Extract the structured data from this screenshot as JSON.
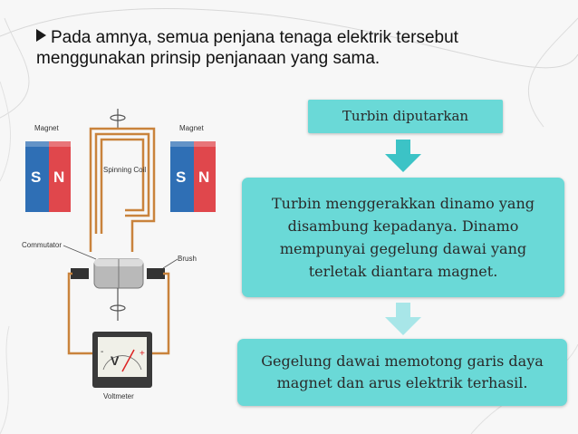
{
  "bullet": {
    "text": "Pada amnya, semua penjana tenaga elektrik tersebut menggunakan prinsip penjanaan yang sama."
  },
  "diagram": {
    "magnet_left_label": "Magnet",
    "magnet_right_label": "Magnet",
    "pole_s": "S",
    "pole_n": "N",
    "spinning_coil_label": "Spinning Coil",
    "commutator_label": "Commutator",
    "brush_label": "Brush",
    "voltmeter_label": "Voltmeter",
    "meter_minus": "-",
    "meter_v": "V",
    "meter_plus": "+"
  },
  "flow": {
    "step1": "Turbin diputarkan",
    "step2": "Turbin menggerakkan dinamo yang disambung kepadanya. Dinamo mempunyai gegelung dawai yang terletak diantara magnet.",
    "step3": "Gegelung dawai memotong garis daya magnet dan arus elektrik terhasil."
  },
  "colors": {
    "box": "#6ad9d7",
    "arrow_solid": "#3cc3c6",
    "arrow_faded": "#a8e6e8",
    "magnet_s": "#2f6fb5",
    "magnet_n": "#e0474c"
  }
}
